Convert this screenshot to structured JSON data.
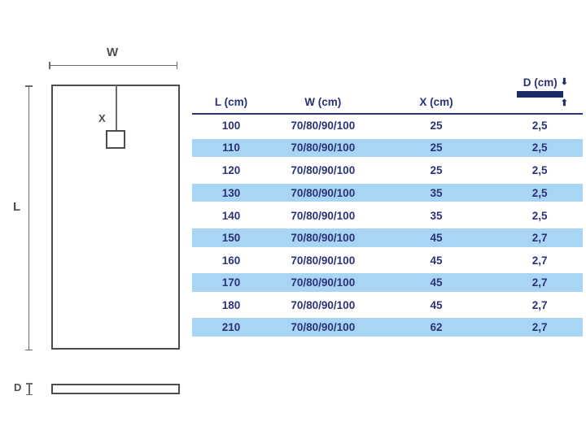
{
  "diagram": {
    "width_label": "W",
    "length_label": "L",
    "drain_label": "X",
    "depth_label": "D"
  },
  "table": {
    "columns": [
      "L (cm)",
      "W (cm)",
      "X (cm)",
      "D (cm)"
    ],
    "rows": [
      [
        "100",
        "70/80/90/100",
        "25",
        "2,5"
      ],
      [
        "110",
        "70/80/90/100",
        "25",
        "2,5"
      ],
      [
        "120",
        "70/80/90/100",
        "25",
        "2,5"
      ],
      [
        "130",
        "70/80/90/100",
        "35",
        "2,5"
      ],
      [
        "140",
        "70/80/90/100",
        "35",
        "2,5"
      ],
      [
        "150",
        "70/80/90/100",
        "45",
        "2,7"
      ],
      [
        "160",
        "70/80/90/100",
        "45",
        "2,7"
      ],
      [
        "170",
        "70/80/90/100",
        "45",
        "2,7"
      ],
      [
        "180",
        "70/80/90/100",
        "45",
        "2,7"
      ],
      [
        "210",
        "70/80/90/100",
        "62",
        "2,7"
      ]
    ],
    "highlighted_rows": [
      1,
      3,
      5,
      7,
      9
    ]
  },
  "icons": {
    "depth_down_arrow": "⬇",
    "depth_up_arrow": "⬆"
  },
  "colors": {
    "table_text_navy": "#2b3277",
    "depth_bar_navy": "#1e2a66",
    "row_highlight_blue": "#a9d5f4",
    "diagram_gray": "#4d4d4d"
  }
}
